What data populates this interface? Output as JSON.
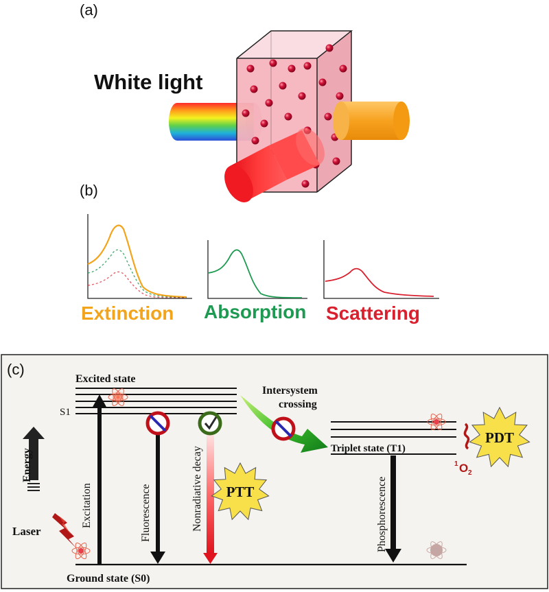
{
  "panel_a": {
    "label": "(a)",
    "white_light": "White light"
  },
  "panel_b": {
    "label": "(b)",
    "extinction": {
      "label": "Extinction",
      "color": "#f2a41c"
    },
    "absorption": {
      "label": "Absorption",
      "color": "#1e9a52"
    },
    "scattering": {
      "label": "Scattering",
      "color": "#d8202e"
    }
  },
  "panel_c": {
    "label": "(c)",
    "excited_state": "Excited state",
    "s1": "S1",
    "energy": "Energy",
    "excitation": "Excitation",
    "fluorescence": "Fluorescence",
    "nonradiative": "Nonradiative decay",
    "intersystem_line1": "Intersystem",
    "intersystem_line2": "crossing",
    "triplet": "Triplet state (T1)",
    "phosphorescence": "Phosphorescence",
    "ground": "Ground state (S0)",
    "laser": "Laser",
    "ptt": "PTT",
    "pdt": "PDT",
    "singlet_o2_sup": "1",
    "singlet_o2": "O",
    "singlet_o2_sub": "2",
    "background": "#f4f3ef"
  }
}
